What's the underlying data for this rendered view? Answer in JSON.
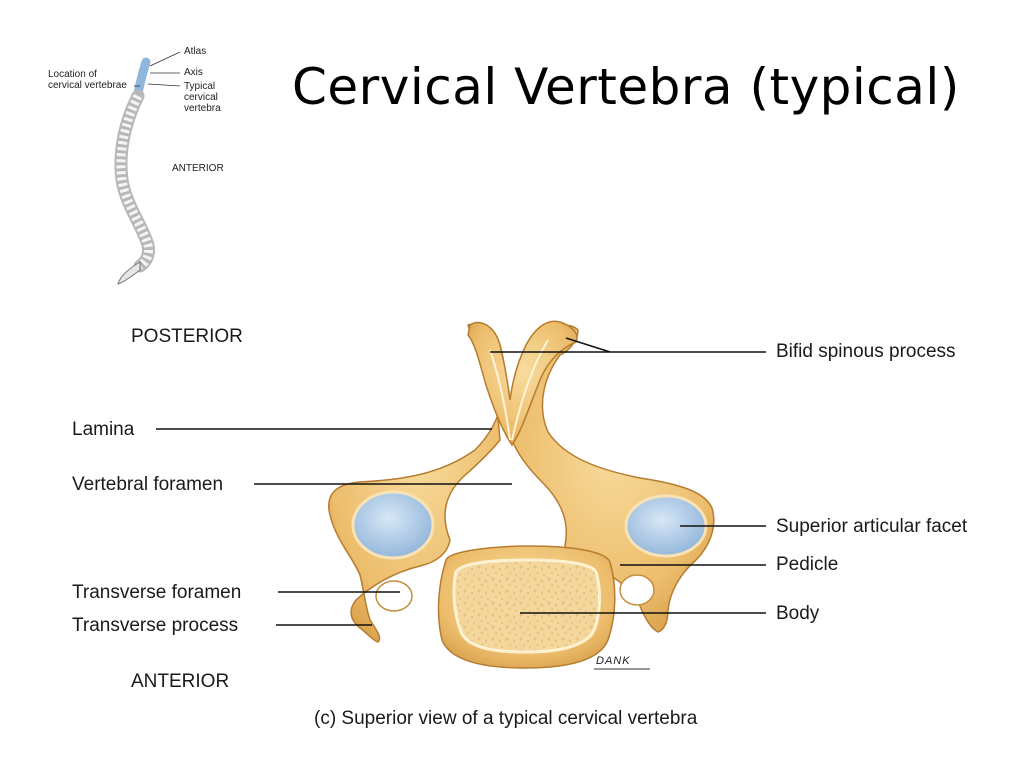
{
  "slide": {
    "title": "Cervical Vertebra (typical)"
  },
  "inset": {
    "location_label_line1": "Location of",
    "location_label_line2": "cervical vertebrae",
    "atlas": "Atlas",
    "axis": "Axis",
    "typical_line1": "Typical",
    "typical_line2": "cervical",
    "typical_line3": "vertebra",
    "anterior": "ANTERIOR"
  },
  "diagram": {
    "posterior": "POSTERIOR",
    "anterior": "ANTERIOR",
    "labels": {
      "lamina": "Lamina",
      "vertebral_foramen": "Vertebral foramen",
      "transverse_foramen": "Transverse foramen",
      "transverse_process": "Transverse process",
      "bifid_spinous_process": "Bifid spinous process",
      "superior_articular_facet": "Superior articular facet",
      "pedicle": "Pedicle",
      "body": "Body"
    },
    "signature": "DANK",
    "caption": "(c) Superior view of a typical cervical vertebra"
  },
  "colors": {
    "bone": "#f2c77d",
    "bone_dark": "#c98a35",
    "facet": "#a9c8e8",
    "spine_blue": "#8fb6dc"
  }
}
